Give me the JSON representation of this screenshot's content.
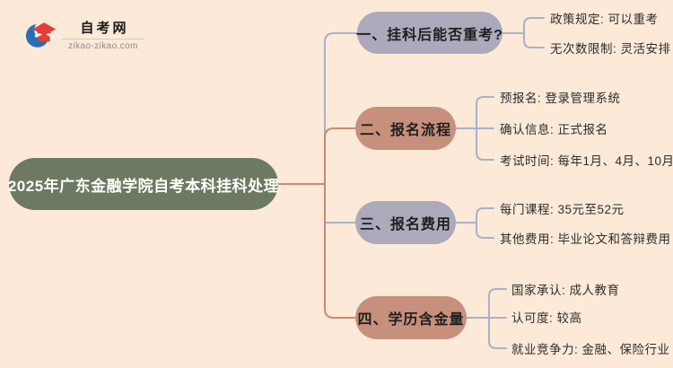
{
  "logo": {
    "title": "自考网",
    "domain": "zikao-zikao.com"
  },
  "root": {
    "label": "2025年广东金融学院自考本科挂科处理"
  },
  "branches": [
    {
      "label": "一、挂科后能否重考?",
      "color": "#aca9bb",
      "children": [
        {
          "text": "政策规定: 可以重考"
        },
        {
          "text": "无次数限制: 灵活安排"
        }
      ]
    },
    {
      "label": "二、报名流程",
      "color": "#c7907c",
      "children": [
        {
          "text": "预报名: 登录管理系统"
        },
        {
          "text": "确认信息: 正式报名"
        },
        {
          "text": "考试时间: 每年1月、4月、10月"
        }
      ]
    },
    {
      "label": "三、报名费用",
      "color": "#aca9bb",
      "children": [
        {
          "text": "每门课程: 35元至52元"
        },
        {
          "text": "其他费用: 毕业论文和答辩费用"
        }
      ]
    },
    {
      "label": "四、学历含金量",
      "color": "#c7907c",
      "children": [
        {
          "text": "国家承认: 成人教育"
        },
        {
          "text": "认可度: 较高"
        },
        {
          "text": "就业竞争力: 金融、保险行业"
        }
      ]
    }
  ],
  "colors": {
    "background": "#fce9d8",
    "root_bg": "#6d7a62",
    "lavender_box": "#aca9bb",
    "salmon_box": "#c7907c",
    "line_salmon": "#cb8a71",
    "line_lavender": "#a9b1c8",
    "logo_blue": "#2a6cb5",
    "logo_red": "#e23e36"
  }
}
